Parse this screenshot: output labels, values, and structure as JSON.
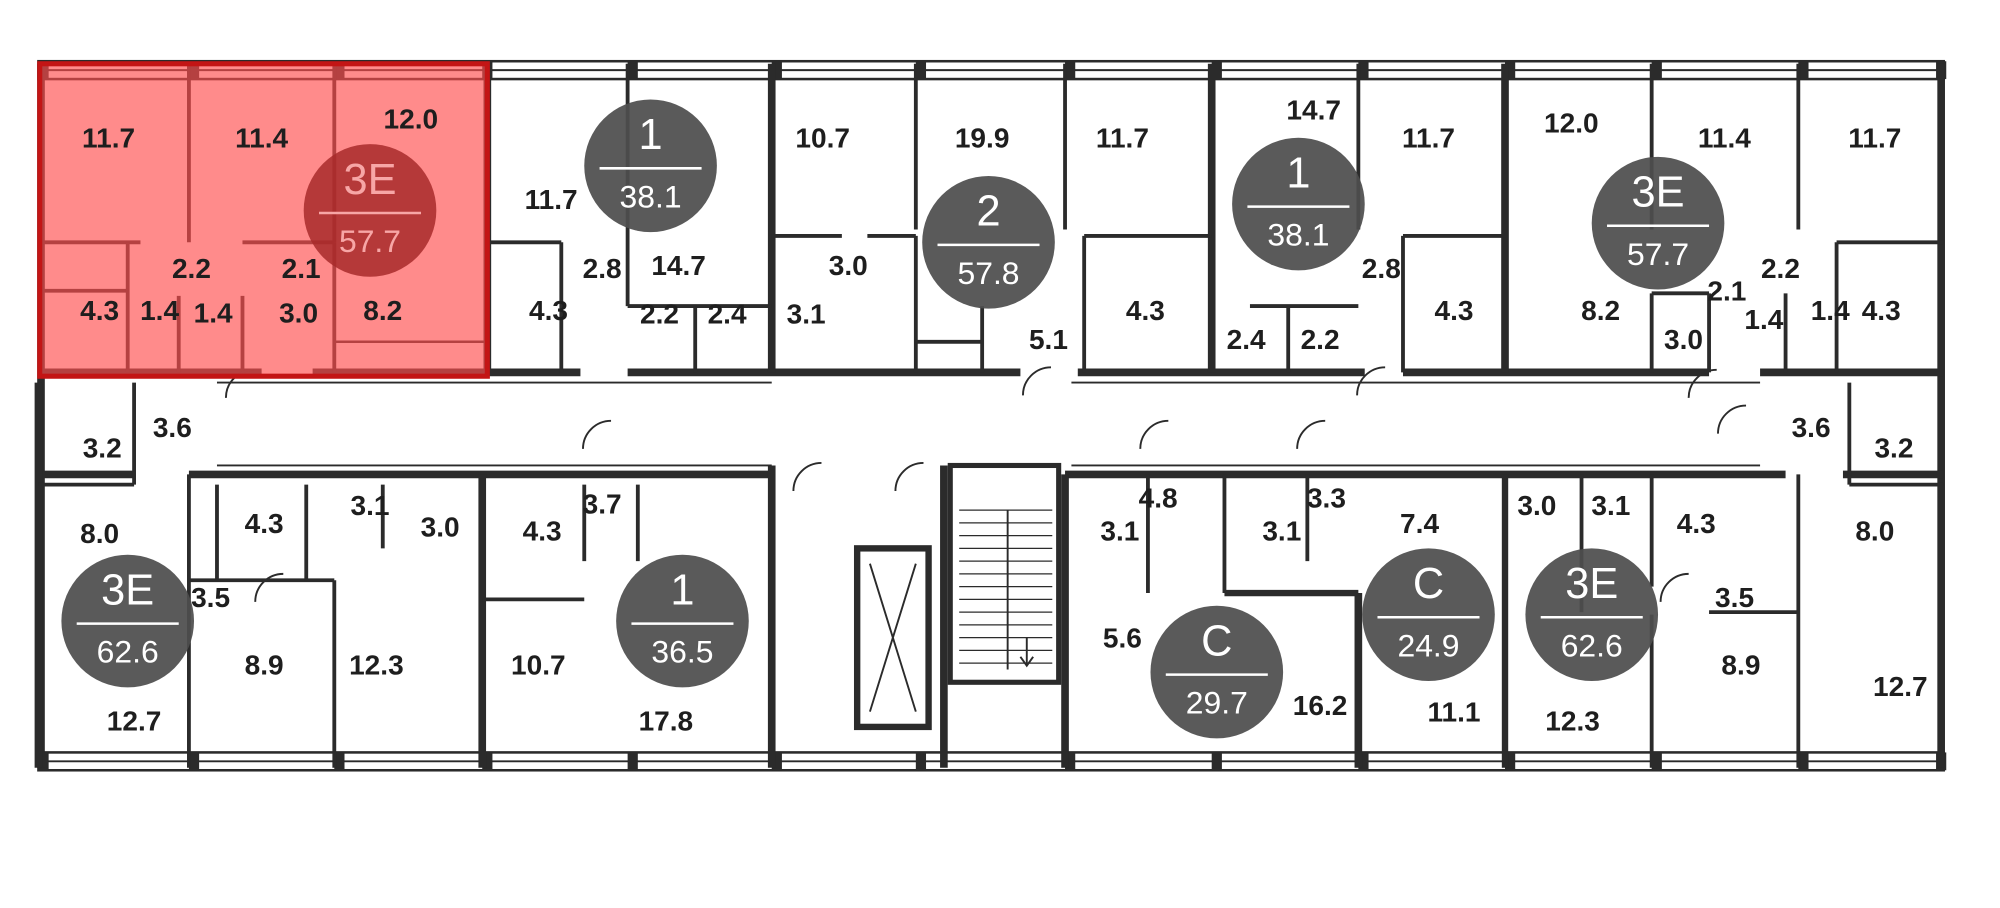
{
  "plan": {
    "accent_color": "#ff4d4d",
    "badge_color": "#4d4d4d",
    "apartments": [
      {
        "type": "3E",
        "area": "57.7",
        "selected": true,
        "rooms": [
          "11.7",
          "11.4",
          "12.0",
          "2.2",
          "2.1",
          "4.3",
          "1.4",
          "1.4",
          "3.0",
          "8.2"
        ]
      },
      {
        "type": "1",
        "area": "38.1",
        "selected": false,
        "rooms": [
          "11.7",
          "2.8",
          "14.7",
          "4.3",
          "2.2",
          "2.4"
        ]
      },
      {
        "type": "2",
        "area": "57.8",
        "selected": false,
        "rooms": [
          "10.7",
          "19.9",
          "11.7",
          "3.0",
          "3.1",
          "4.3",
          "5.1"
        ]
      },
      {
        "type": "1",
        "area": "38.1",
        "selected": false,
        "rooms": [
          "14.7",
          "11.7",
          "2.8",
          "4.3",
          "2.4",
          "2.2"
        ]
      },
      {
        "type": "3E",
        "area": "57.7",
        "selected": false,
        "rooms": [
          "12.0",
          "11.4",
          "11.7",
          "2.1",
          "2.2",
          "8.2",
          "3.0",
          "1.4",
          "1.4",
          "4.3"
        ]
      },
      {
        "type": "3E",
        "area": "62.6",
        "selected": false,
        "rooms": [
          "3.6",
          "3.2",
          "8.0",
          "4.3",
          "3.1",
          "3.0",
          "3.5",
          "8.9",
          "12.3",
          "12.7"
        ]
      },
      {
        "type": "1",
        "area": "36.5",
        "selected": false,
        "rooms": [
          "4.3",
          "3.7",
          "10.7",
          "17.8"
        ]
      },
      {
        "type": "C",
        "area": "29.7",
        "selected": false,
        "rooms": [
          "4.8",
          "3.1",
          "5.6",
          "16.2"
        ]
      },
      {
        "type": "C",
        "area": "24.9",
        "selected": false,
        "rooms": [
          "3.3",
          "3.1",
          "7.4",
          "11.1"
        ]
      },
      {
        "type": "3E",
        "area": "62.6",
        "selected": false,
        "rooms": [
          "3.0",
          "3.1",
          "4.3",
          "3.5",
          "8.9",
          "12.3",
          "3.6",
          "3.2",
          "8.0",
          "12.7"
        ]
      }
    ]
  }
}
